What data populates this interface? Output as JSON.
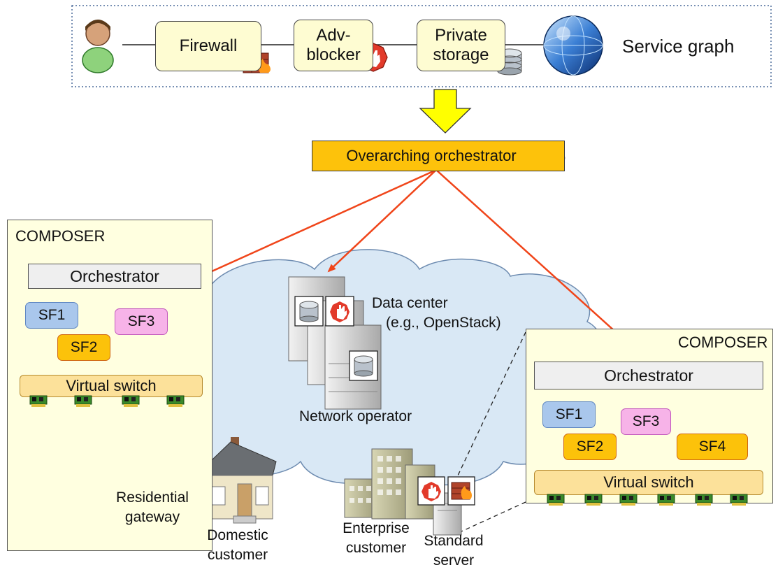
{
  "service_graph": {
    "title": "Service graph",
    "nodes": [
      {
        "label": "Firewall"
      },
      {
        "label": "Adv-blocker",
        "line1": "Adv-",
        "line2": "blocker"
      },
      {
        "label": "Private storage",
        "line1": "Private",
        "line2": "storage"
      }
    ]
  },
  "overarching": {
    "label": "Overarching orchestrator"
  },
  "composer_left": {
    "title": "COMPOSER",
    "orchestrator": "Orchestrator",
    "sfs": [
      "SF1",
      "SF2",
      "SF3"
    ],
    "switch": "Virtual switch"
  },
  "composer_right": {
    "title": "COMPOSER",
    "orchestrator": "Orchestrator",
    "sfs": [
      "SF1",
      "SF2",
      "SF3",
      "SF4"
    ],
    "switch": "Virtual switch"
  },
  "cloud": {
    "datacenter_line1": "Data center",
    "datacenter_line2": "(e.g., OpenStack)",
    "operator": "Network operator"
  },
  "devices": {
    "residential_line1": "Residential",
    "residential_line2": "gateway",
    "domestic_line1": "Domestic",
    "domestic_line2": "customer",
    "enterprise_line1": "Enterprise",
    "enterprise_line2": "customer",
    "server_line1": "Standard",
    "server_line2": "server"
  },
  "colors": {
    "arrow_red": "#f0451a",
    "cloud_fill": "#d9e8f5",
    "sf_orange": "#fcc20a",
    "sf_blue": "#a9c7ec",
    "sf_pink": "#f7b3e8"
  }
}
